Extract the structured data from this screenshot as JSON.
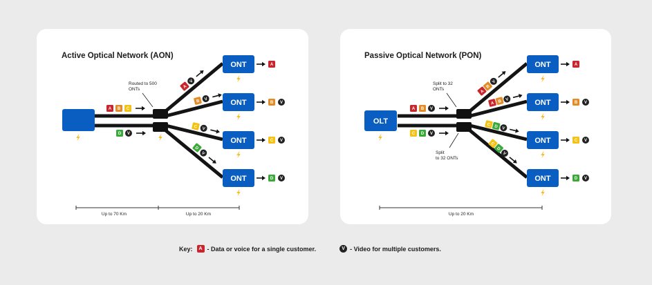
{
  "colors": {
    "box": "#0a5ec2",
    "fiber": "#141414",
    "splitter": "#111111",
    "bolt": "#f6b619",
    "A": "#c9252c",
    "B": "#e48b26",
    "C": "#f4c114",
    "D": "#3aa93a",
    "V": "#222222",
    "arrow": "#141414"
  },
  "aon": {
    "title": "Active Optical Network (AON)",
    "source_label": "",
    "splitter_label": "Routed to 500\nONTs",
    "onts": [
      {
        "label": "ONT",
        "out": [
          "A"
        ]
      },
      {
        "label": "ONT",
        "out": [
          "B",
          "V"
        ]
      },
      {
        "label": "ONT",
        "out": [
          "C",
          "V"
        ]
      },
      {
        "label": "ONT",
        "out": [
          "D",
          "V"
        ]
      }
    ],
    "trunk_tags_top": [
      "A",
      "B",
      "C"
    ],
    "trunk_tags_bottom": [
      "D",
      "V"
    ],
    "branch_tags": [
      [
        "A",
        "V"
      ],
      [
        "B",
        "V"
      ],
      [
        "C",
        "V"
      ],
      [
        "D",
        "V"
      ]
    ],
    "scale": [
      "Up to 70 Km",
      "Up to 20 Km"
    ]
  },
  "pon": {
    "title": "Passive Optical Network (PON)",
    "source_label": "OLT",
    "splitter_label_top": "Split to 32\nONTs",
    "splitter_label_bottom": "Split\nto 32 ONTs",
    "onts": [
      {
        "label": "ONT",
        "out": [
          "A"
        ]
      },
      {
        "label": "ONT",
        "out": [
          "B",
          "V"
        ]
      },
      {
        "label": "ONT",
        "out": [
          "C",
          "V"
        ]
      },
      {
        "label": "ONT",
        "out": [
          "D",
          "V"
        ]
      }
    ],
    "trunk_tags_top": [
      "A",
      "B",
      "V"
    ],
    "trunk_tags_bottom": [
      "C",
      "D",
      "V"
    ],
    "branch_tags": [
      [
        "A",
        "B",
        "V"
      ],
      [
        "A",
        "B",
        "V"
      ],
      [
        "C",
        "D",
        "V"
      ],
      [
        "C",
        "D",
        "V"
      ]
    ],
    "scale": [
      "Up to 20 Km"
    ]
  },
  "key": {
    "title": "Key:",
    "a_badge": "A",
    "a_text": "- Data or voice for a single customer.",
    "v_badge": "V",
    "v_text": "- Video for multiple customers."
  }
}
